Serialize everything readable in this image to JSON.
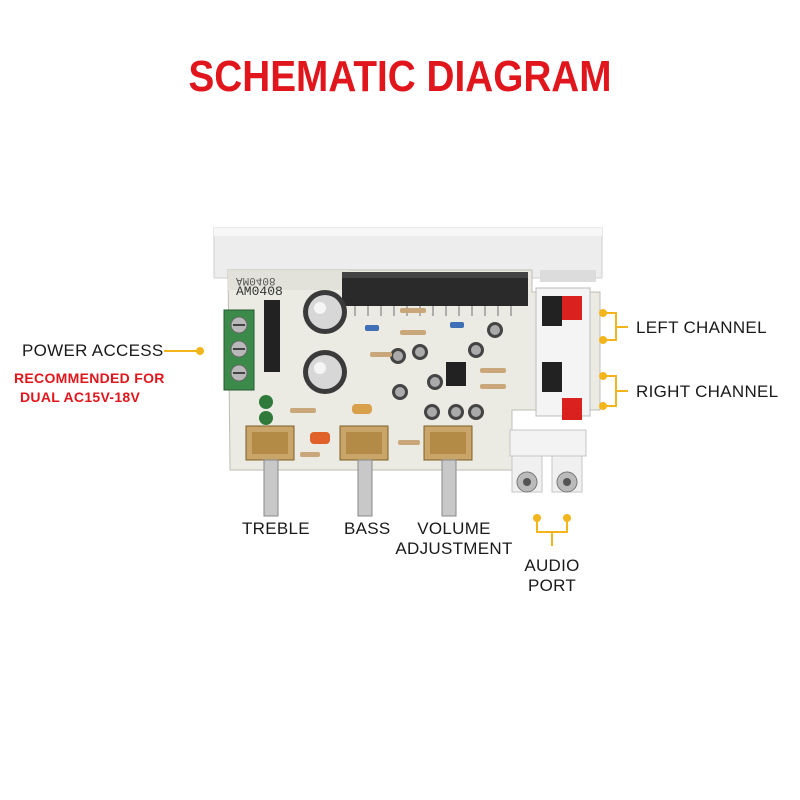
{
  "title": "SCHEMATIC DIAGRAM",
  "board": {
    "model_top": "AM0408",
    "model_mirrored": "AM0408"
  },
  "labels": {
    "power_access": "POWER ACCESS",
    "recommendation_line1": "RECOMMENDED FOR",
    "recommendation_line2": "DUAL AC15V-18V",
    "left_channel": "LEFT CHANNEL",
    "right_channel": "RIGHT CHANNEL",
    "treble": "TREBLE",
    "bass": "BASS",
    "volume_line1": "VOLUME",
    "volume_line2": "ADJUSTMENT",
    "audio_line1": "AUDIO",
    "audio_line2": "PORT"
  },
  "colors": {
    "title": "#e0161c",
    "note": "#e0161c",
    "leader": "#f2b51c",
    "pcb": "#ecece6",
    "heatsink": "#e9e9e9",
    "terminal_green": "#3c8a4a",
    "speaker_red": "#d9221e"
  }
}
